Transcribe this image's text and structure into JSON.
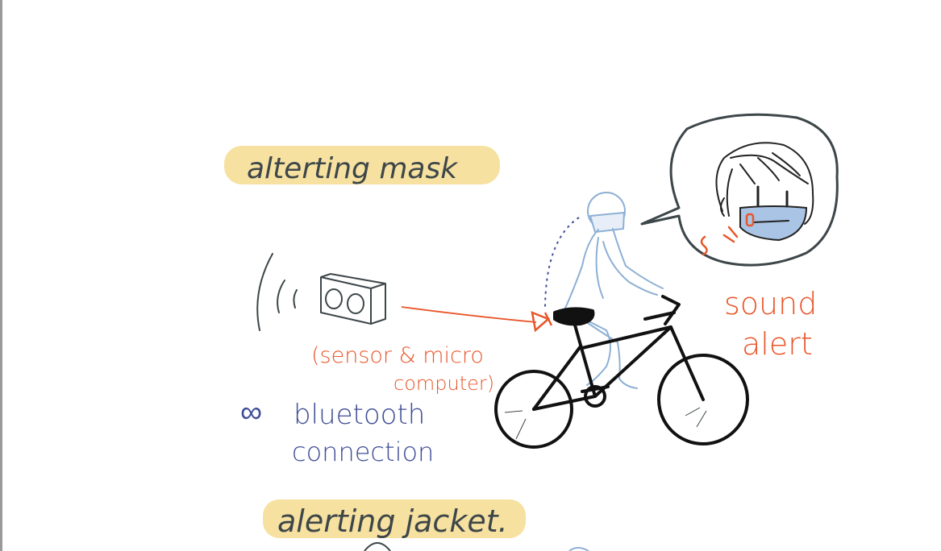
{
  "colors": {
    "ink_dark": "#3d4649",
    "ink_blue": "#3f4d96",
    "ink_orange": "#e8562a",
    "ink_lightblue": "#8db0d4",
    "highlight_yellow": "#f6e1a0",
    "mask_fill": "#a9c4e4"
  },
  "labels": {
    "title_mask": "alterting mask",
    "sensor_line1": "(sensor & micro",
    "sensor_line2": "computer)",
    "bt_symbol": "∞",
    "bt_line1": "bluetooth",
    "bt_line2": "connection",
    "sound_line1": "sound",
    "sound_line2": "alert",
    "title_jacket": "alerting jacket."
  },
  "icons": {
    "sensor": "sensor-box-icon",
    "wifi": "signal-waves-icon",
    "bike": "bicycle-icon",
    "rider": "rider-figure-icon",
    "face": "masked-face-icon",
    "bubble": "speech-bubble-icon"
  }
}
